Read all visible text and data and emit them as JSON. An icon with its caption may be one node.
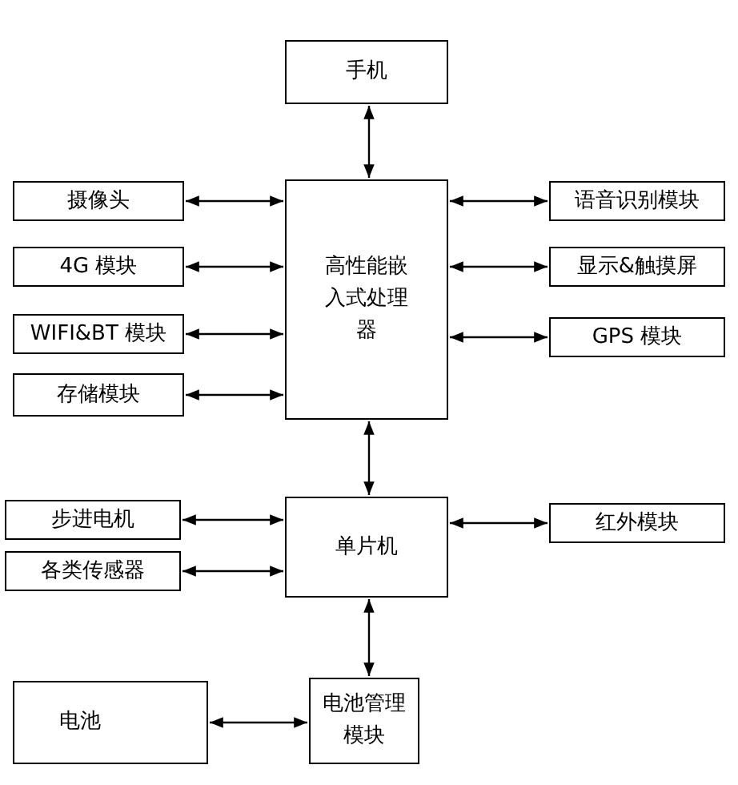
{
  "diagram": {
    "nodes": [
      {
        "text": [
          "手机"
        ]
      },
      {
        "text": [
          "摄像头"
        ]
      },
      {
        "text": [
          "4G 模块"
        ]
      },
      {
        "text": [
          "WIFI&BT 模块"
        ]
      },
      {
        "text": [
          "存储模块"
        ]
      },
      {
        "text": [
          "高性能嵌入式处理器"
        ]
      },
      {
        "text": [
          "语音识别模块"
        ]
      },
      {
        "text": [
          "显示&触摸屏"
        ]
      },
      {
        "text": [
          "GPS 模块"
        ]
      },
      {
        "text": [
          "步进电机"
        ]
      },
      {
        "text": [
          "各类传感器"
        ]
      },
      {
        "text": [
          "单片机"
        ]
      },
      {
        "text": [
          "红外模块"
        ]
      },
      {
        "text": [
          "电池"
        ]
      },
      {
        "text": [
          "电池管理模块"
        ]
      }
    ],
    "edges": [
      {
        "from": 0,
        "to": 5,
        "arrow": "both"
      },
      {
        "from": 1,
        "to": 5,
        "arrow": "both"
      },
      {
        "from": 2,
        "to": 5,
        "arrow": "both"
      },
      {
        "from": 3,
        "to": 5,
        "arrow": "both"
      },
      {
        "from": 4,
        "to": 5,
        "arrow": "both"
      },
      {
        "from": 6,
        "to": 5,
        "arrow": "both"
      },
      {
        "from": 7,
        "to": 5,
        "arrow": "both"
      },
      {
        "from": 8,
        "to": 5,
        "arrow": "both"
      },
      {
        "from": 5,
        "to": 11,
        "arrow": "both"
      },
      {
        "from": 9,
        "to": 11,
        "arrow": "both"
      },
      {
        "from": 10,
        "to": 11,
        "arrow": "both"
      },
      {
        "from": 12,
        "to": 11,
        "arrow": "both"
      },
      {
        "from": 11,
        "to": 14,
        "arrow": "both"
      },
      {
        "from": 13,
        "to": 14,
        "arrow": "both"
      }
    ]
  }
}
